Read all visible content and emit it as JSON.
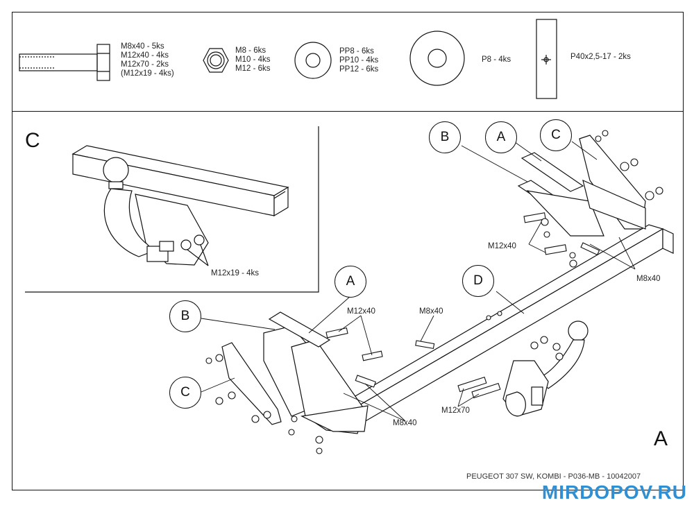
{
  "parts": {
    "bolt": {
      "lines": [
        "M8x40 - 5ks",
        "M12x40 - 4ks",
        "M12x70 - 2ks",
        "(M12x19 - 4ks)"
      ]
    },
    "nut": {
      "lines": [
        "M8 - 6ks",
        "M10 - 4ks",
        "M12 - 6ks"
      ]
    },
    "washer": {
      "lines": [
        "PP8 - 6ks",
        "PP10 - 4ks",
        "PP12 - 6ks"
      ]
    },
    "large_washer": {
      "label": "P8 - 4ks"
    },
    "plate": {
      "label": "P40x2,5-17 - 2ks"
    }
  },
  "detail_c": {
    "view_label": "C",
    "bolt_label": "M12x19 - 4ks"
  },
  "assembly": {
    "view_label": "A",
    "callouts": {
      "b_top": "B",
      "a_top": "A",
      "c_top": "C",
      "a_mid": "A",
      "d_mid": "D",
      "b_left": "B",
      "c_left": "C"
    },
    "labels": {
      "m12x40_top": "M12x40",
      "m8x40_right": "M8x40",
      "m12x40_mid": "M12x40",
      "m8x40_mid": "M8x40",
      "m8x40_bottom": "M8x40",
      "m12x70": "M12x70"
    }
  },
  "footer": "PEUGEOT 307 SW, KOMBI - P036-MB - 10042007",
  "watermark": "MIRDOPOV.RU"
}
